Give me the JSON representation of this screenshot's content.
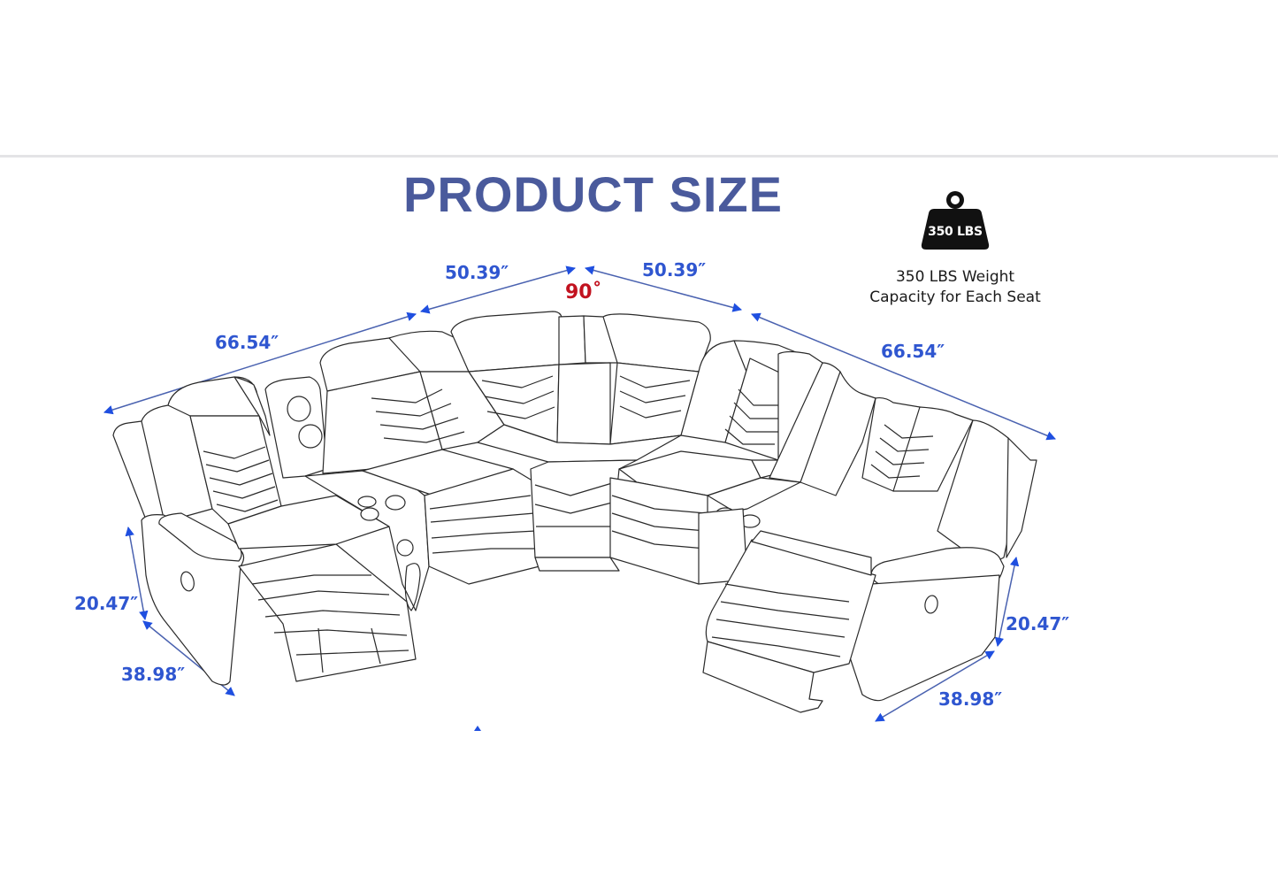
{
  "title": "PRODUCT SIZE",
  "weight_badge": {
    "icon": "weight-icon",
    "label": "350 LBS",
    "caption_line1": "350 LBS Weight",
    "caption_line2": "Capacity for Each Seat"
  },
  "dimensions": {
    "top_left_section": "50.39″",
    "top_right_section": "50.39″",
    "corner_angle": "90˚",
    "left_side_length": "66.54″",
    "right_side_length": "66.54″",
    "left_height": "20.47″",
    "right_height": "20.47″",
    "left_depth": "38.98″",
    "right_depth": "38.98″"
  },
  "colors": {
    "title": "#4a5a9c",
    "dimension_text": "#2f56d0",
    "arrow": "#1f4fe0",
    "dimension_line": "#4a62b0",
    "angle": "#c2121f",
    "outline": "#2a2a2a"
  },
  "product": {
    "type": "sectional-recliner-sofa",
    "seats": 5,
    "recliners_extended": 2,
    "consoles_with_cupholders": 2
  }
}
